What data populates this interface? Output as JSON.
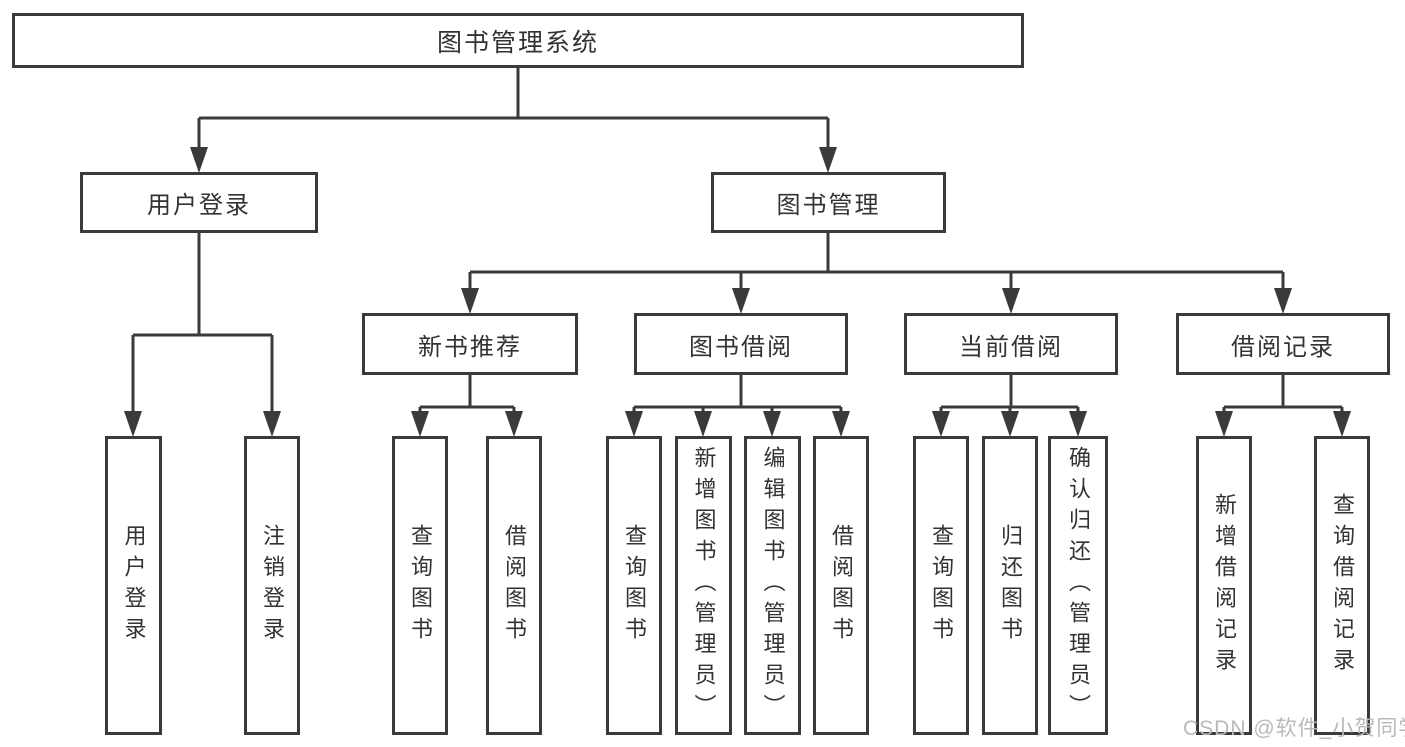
{
  "tree": {
    "label": "图书管理系统",
    "children": [
      {
        "label": "用户登录",
        "children": [
          {
            "label": "用户登录"
          },
          {
            "label": "注销登录"
          }
        ]
      },
      {
        "label": "图书管理",
        "children": [
          {
            "label": "新书推荐",
            "children": [
              {
                "label": "查询图书"
              },
              {
                "label": "借阅图书"
              }
            ]
          },
          {
            "label": "图书借阅",
            "children": [
              {
                "label": "查询图书"
              },
              {
                "label": "新增图书（管理员）"
              },
              {
                "label": "编辑图书（管理员）"
              },
              {
                "label": "借阅图书"
              }
            ]
          },
          {
            "label": "当前借阅",
            "children": [
              {
                "label": "查询图书"
              },
              {
                "label": "归还图书"
              },
              {
                "label": "确认归还（管理员）"
              }
            ]
          },
          {
            "label": "借阅记录",
            "children": [
              {
                "label": "新增借阅记录"
              },
              {
                "label": "查询借阅记录"
              }
            ]
          }
        ]
      }
    ]
  },
  "watermark": {
    "text": "CSDN @软件_小贺同学"
  },
  "colors": {
    "line": "#3a3a3a",
    "box_border": "#3a3a3a",
    "box_background": "#ffffff",
    "text": "#333333",
    "watermark": "#b9b9b9",
    "page_background": "#ffffff"
  }
}
